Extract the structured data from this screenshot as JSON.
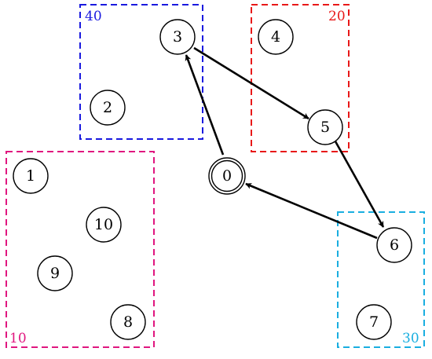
{
  "diagram": {
    "clusters": [
      {
        "id": "blue",
        "label": "40",
        "color": "#1a1adf"
      },
      {
        "id": "red",
        "label": "20",
        "color": "#e81818"
      },
      {
        "id": "magenta",
        "label": "10",
        "color": "#e0167f"
      },
      {
        "id": "cyan",
        "label": "30",
        "color": "#19aee0"
      }
    ],
    "nodes": [
      {
        "id": "n0",
        "label": "0",
        "depot": true
      },
      {
        "id": "n1",
        "label": "1"
      },
      {
        "id": "n2",
        "label": "2"
      },
      {
        "id": "n3",
        "label": "3"
      },
      {
        "id": "n4",
        "label": "4"
      },
      {
        "id": "n5",
        "label": "5"
      },
      {
        "id": "n6",
        "label": "6"
      },
      {
        "id": "n7",
        "label": "7"
      },
      {
        "id": "n8",
        "label": "8"
      },
      {
        "id": "n9",
        "label": "9"
      },
      {
        "id": "n10",
        "label": "10"
      }
    ],
    "edges": [
      {
        "from": "n0",
        "to": "n3"
      },
      {
        "from": "n3",
        "to": "n5"
      },
      {
        "from": "n5",
        "to": "n6"
      },
      {
        "from": "n6",
        "to": "n0"
      }
    ]
  }
}
